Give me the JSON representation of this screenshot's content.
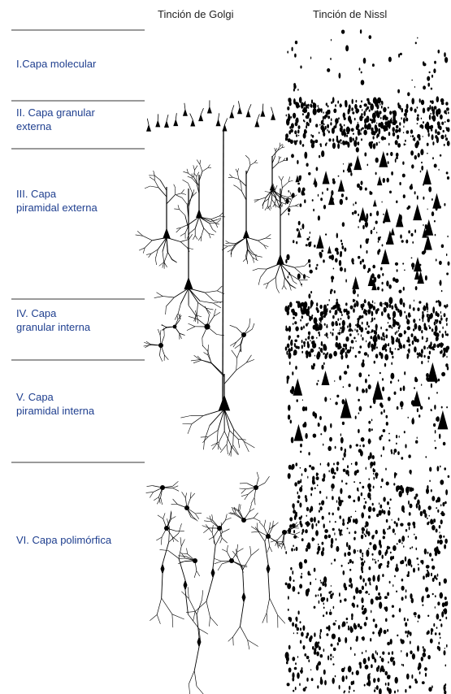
{
  "headers": {
    "golgi": "Tinción de Golgi",
    "nissl": "Tinción de Nissl"
  },
  "layers": [
    {
      "id": "I",
      "lines": [
        "I.Capa molecular"
      ]
    },
    {
      "id": "II",
      "lines": [
        "II. Capa granular",
        "externa"
      ]
    },
    {
      "id": "III",
      "lines": [
        "III. Capa",
        "piramidal externa"
      ]
    },
    {
      "id": "IV",
      "lines": [
        "IV. Capa",
        "granular interna"
      ]
    },
    {
      "id": "V",
      "lines": [
        "V. Capa",
        "piramidal interna"
      ]
    },
    {
      "id": "VI",
      "lines": [
        "VI. Capa polimórfica"
      ]
    }
  ],
  "colors": {
    "label_text": "#1f3f8f",
    "divider": "#9a9a9a",
    "ink": "#000000"
  }
}
